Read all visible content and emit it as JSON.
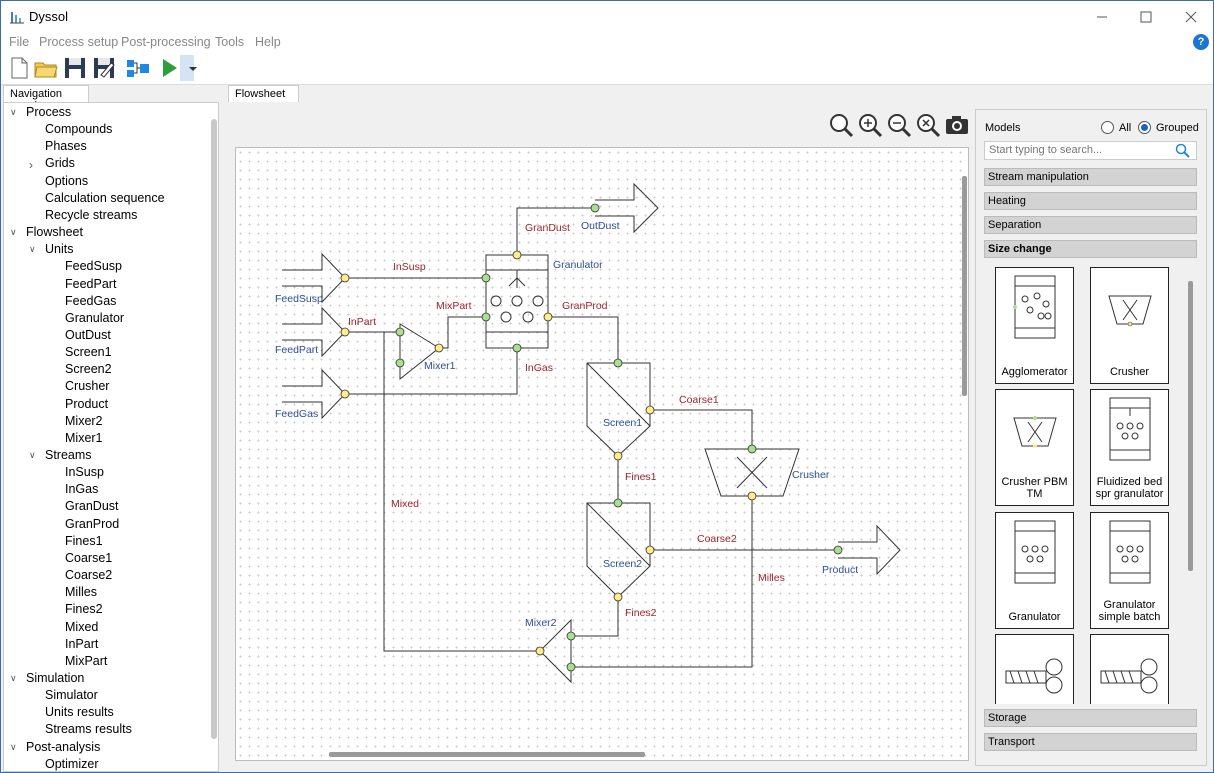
{
  "window": {
    "title": "Dyssol"
  },
  "menu": [
    "File",
    "Process setup",
    "Post-processing",
    "Tools",
    "Help"
  ],
  "toolbar": {
    "icons": [
      "new-file-icon",
      "open-folder-icon",
      "save-icon",
      "save-as-icon",
      "flowsheet-icon",
      "run-icon",
      "dropdown-arrow-icon"
    ]
  },
  "nav_tab": "Navigation panel",
  "flow_tab": "Flowsheet",
  "nav": {
    "process": "Process",
    "compounds": "Compounds",
    "phases": "Phases",
    "grids": "Grids",
    "options": "Options",
    "calc_seq": "Calculation sequence",
    "recycle": "Recycle streams",
    "flowsheet": "Flowsheet",
    "units": "Units",
    "unit_items": [
      "FeedSusp",
      "FeedPart",
      "FeedGas",
      "Granulator",
      "OutDust",
      "Screen1",
      "Screen2",
      "Crusher",
      "Product",
      "Mixer2",
      "Mixer1"
    ],
    "streams": "Streams",
    "stream_items": [
      "InSusp",
      "InGas",
      "GranDust",
      "GranProd",
      "Fines1",
      "Coarse1",
      "Coarse2",
      "Milles",
      "Fines2",
      "Mixed",
      "InPart",
      "MixPart"
    ],
    "simulation": "Simulation",
    "simulator": "Simulator",
    "units_results": "Units results",
    "streams_results": "Streams results",
    "post_analysis": "Post-analysis",
    "optimizer": "Optimizer"
  },
  "flowsheet": {
    "streams": {
      "grandust": "GranDust",
      "insusp": "InSusp",
      "mixpart": "MixPart",
      "granprod": "GranProd",
      "inpart": "InPart",
      "ingas": "InGas",
      "coarse1": "Coarse1",
      "fines1": "Fines1",
      "mixed": "Mixed",
      "coarse2": "Coarse2",
      "milles": "Milles",
      "fines2": "Fines2"
    },
    "units": {
      "outdust": "OutDust",
      "granulator": "Granulator",
      "feedsusp": "FeedSusp",
      "feedpart": "FeedPart",
      "mixer1": "Mixer1",
      "feedgas": "FeedGas",
      "screen1": "Screen1",
      "crusher": "Crusher",
      "screen2": "Screen2",
      "product": "Product",
      "mixer2": "Mixer2"
    }
  },
  "models": {
    "title": "Models",
    "radio_all": "All",
    "radio_grouped": "Grouped",
    "search_placeholder": "Start typing to search...",
    "groups": [
      "Stream manipulation",
      "Heating",
      "Separation",
      "Size change",
      "Storage",
      "Transport"
    ],
    "cards": [
      "Agglomerator",
      "Crusher",
      "Crusher PBM TM",
      "Fluidized bed spr granulator",
      "Granulator",
      "Granulator simple batch"
    ],
    "selected_group": "Size change"
  }
}
